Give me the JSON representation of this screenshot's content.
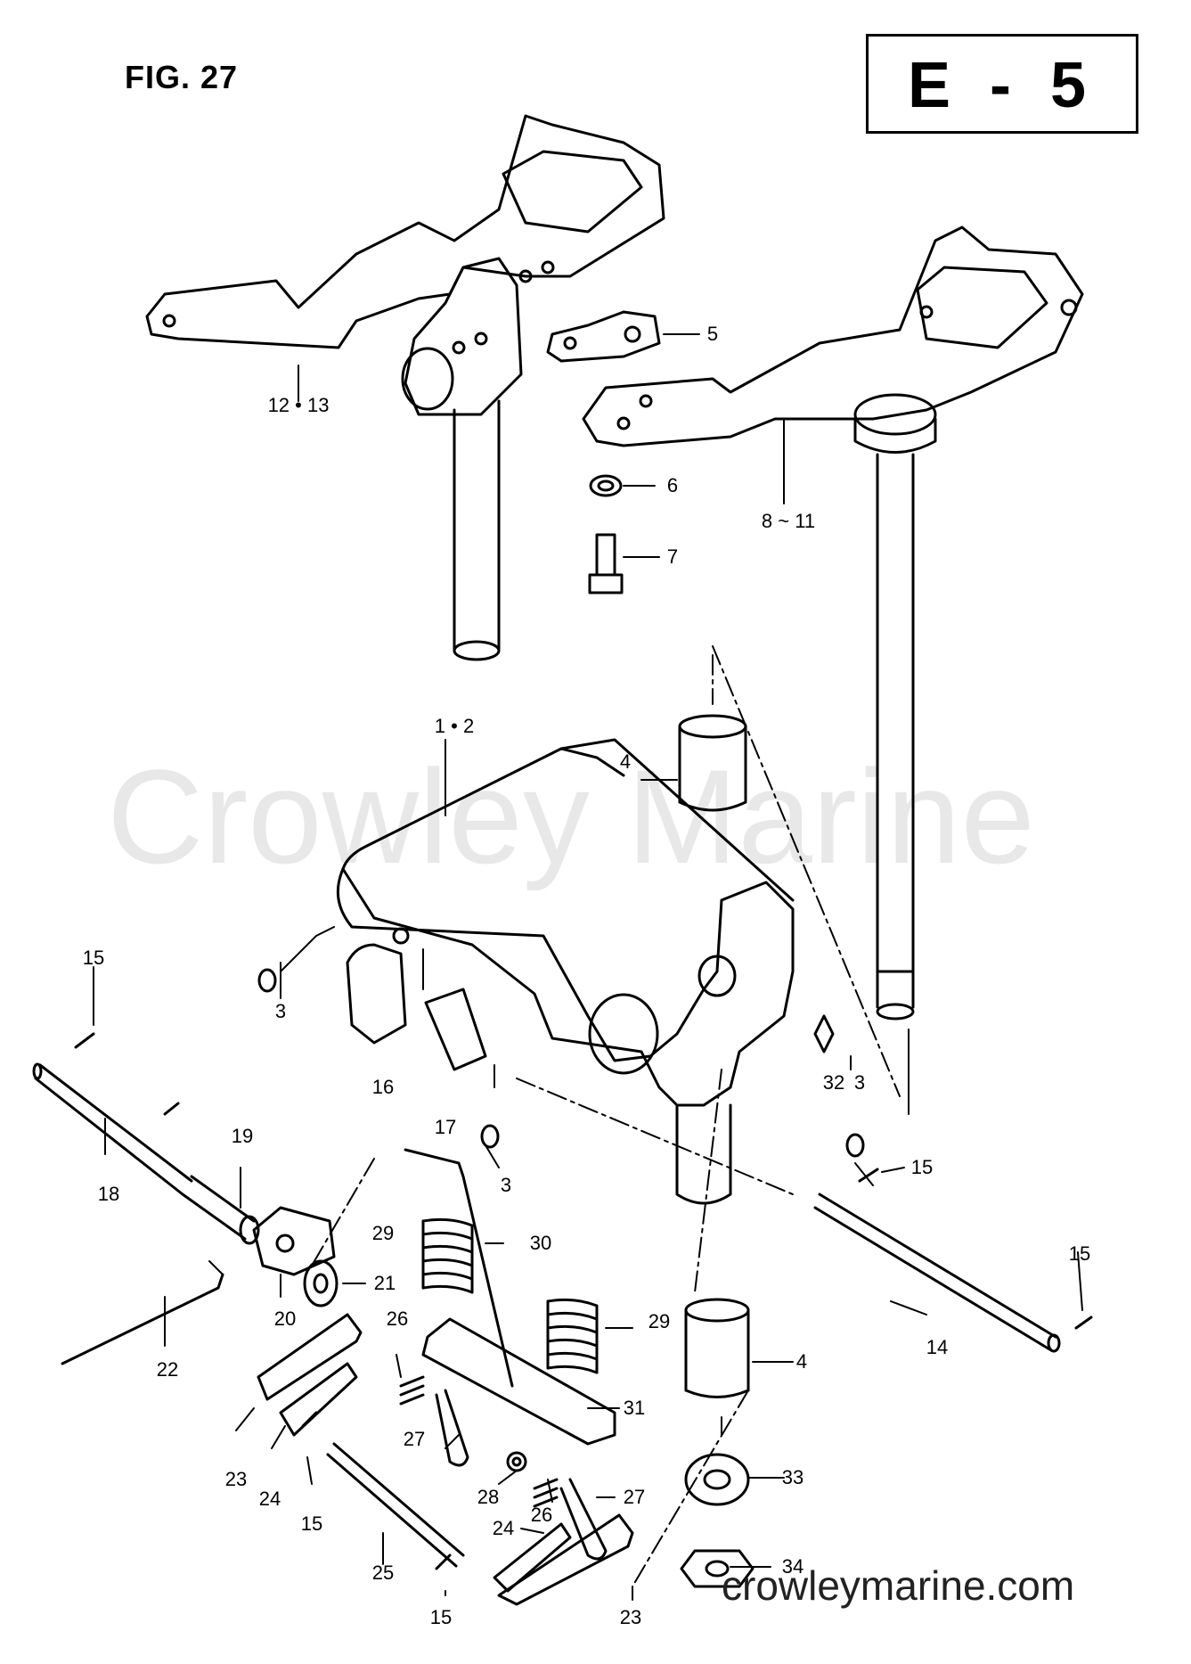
{
  "figure": {
    "label": "FIG. 27",
    "code": "E - 5"
  },
  "watermark": "Crowley Marine",
  "footer": "crowleymarine.com",
  "callouts": [
    "12 • 13",
    "5",
    "6",
    "7",
    "8 ~ 11",
    "1 • 2",
    "4",
    "15",
    "3",
    "16",
    "17",
    "3",
    "32",
    "3",
    "15",
    "18",
    "19",
    "29",
    "30",
    "21",
    "20",
    "22",
    "26",
    "29",
    "15",
    "14",
    "27",
    "31",
    "4",
    "23",
    "24",
    "15",
    "28",
    "26",
    "27",
    "33",
    "24",
    "25",
    "34",
    "15",
    "23"
  ]
}
